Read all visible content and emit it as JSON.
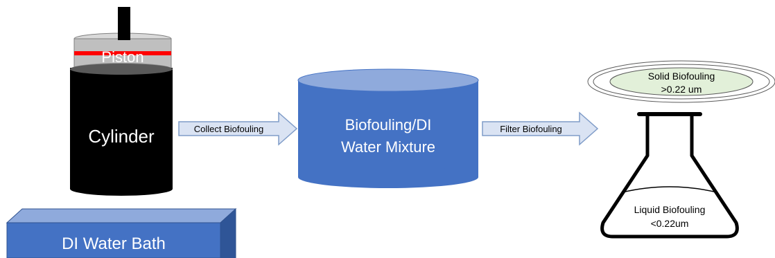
{
  "labels": {
    "piston": "Piston",
    "cylinder": "Cylinder",
    "water_bath": "DI Water Bath",
    "arrow_collect": "Collect Biofouling",
    "tank_line1": "Biofouling/DI",
    "tank_line2": "Water Mixture",
    "arrow_filter": "Filter Biofouling",
    "solid_line1": "Solid Biofouling",
    "solid_line2": ">0.22 um",
    "liquid_line1": "Liquid Biofouling",
    "liquid_line2": "<0.22um"
  },
  "colors": {
    "blue": "#4472C4",
    "blue_light": "#8FAADC",
    "blue_top": "#B4C7E7",
    "arrow_fill": "#DAE3F3",
    "arrow_stroke": "#7F9CC8",
    "piston_gray": "#BFBFBF",
    "piston_gray_dark": "#8C8C8C",
    "piston_red": "#FF0000",
    "cylinder_black": "#000000",
    "filter_green": "#E2F0D9"
  },
  "icons": {
    "piston_rod": "rod-icon",
    "flask": "erlenmeyer-flask-icon",
    "filter_dish": "filter-dish-icon"
  }
}
